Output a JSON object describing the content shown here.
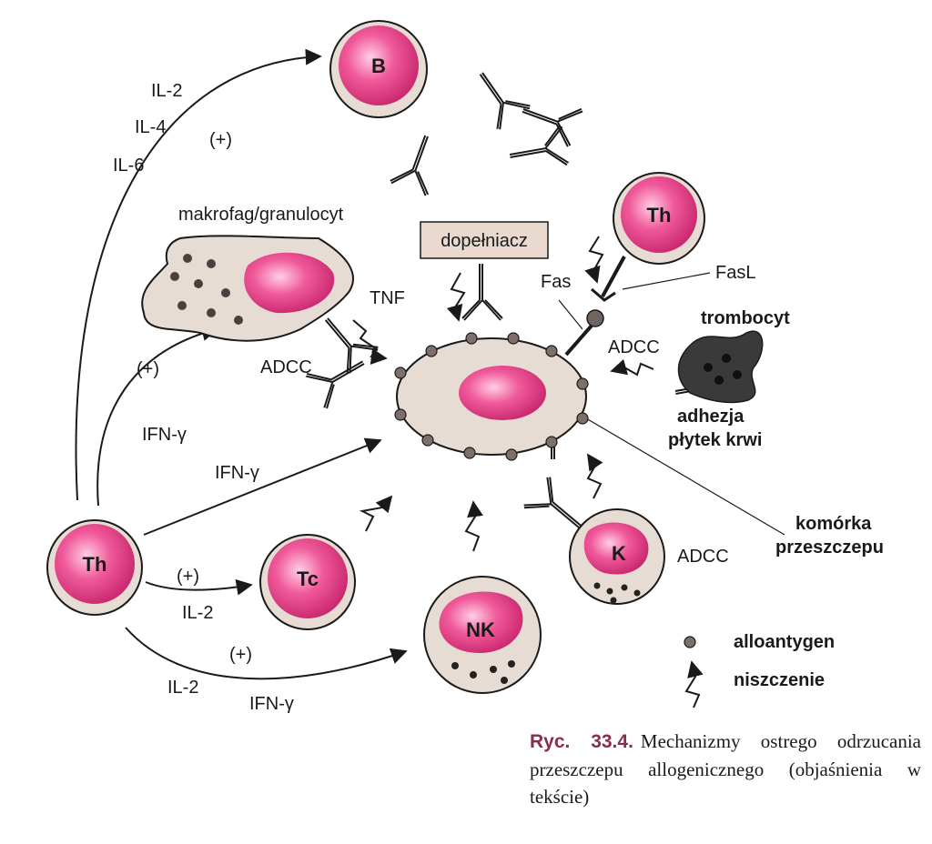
{
  "cells": {
    "b": "B",
    "th_top": "Th",
    "th_left": "Th",
    "tc": "Tc",
    "nk": "NK",
    "k": "K"
  },
  "labels": {
    "il2_top": "IL-2",
    "il4_top": "IL-4",
    "il6_top": "IL-6",
    "plus_top": "(+)",
    "makrofag": "makrofag/granulocyt",
    "tnf": "TNF",
    "adcc_left": "ADCC",
    "plus_mid": "(+)",
    "ifn_left": "IFN-γ",
    "ifn_center": "IFN-γ",
    "dopelniacz": "dopełniacz",
    "fas": "Fas",
    "fasl": "FasL",
    "trombocyt": "trombocyt",
    "adcc_right": "ADCC",
    "adhezja_1": "adhezja",
    "adhezja_2": "płytek krwi",
    "komorka_1": "komórka",
    "komorka_2": "przeszczepu",
    "plus_tc": "(+)",
    "il2_tc": "IL-2",
    "adcc_k": "ADCC",
    "plus_nk": "(+)",
    "il2_bottom": "IL-2",
    "ifn_bottom": "IFN-γ"
  },
  "legend": {
    "alloantygen": "alloantygen",
    "niszczenie": "niszczenie"
  },
  "caption": {
    "number": "Ryc. 33.4.",
    "text": "Mechanizmy ostrego odrzucania przeszczepu allogenicznego (objaśnienia w tekście)"
  },
  "colors": {
    "nucleus": "#e8418a",
    "cell_fill": "#e6dcd3",
    "cell_stroke": "#1a1a1a",
    "platelet": "#3a3a3a",
    "dot": "#7d6f6a",
    "caption_number": "#8a2d4a"
  }
}
